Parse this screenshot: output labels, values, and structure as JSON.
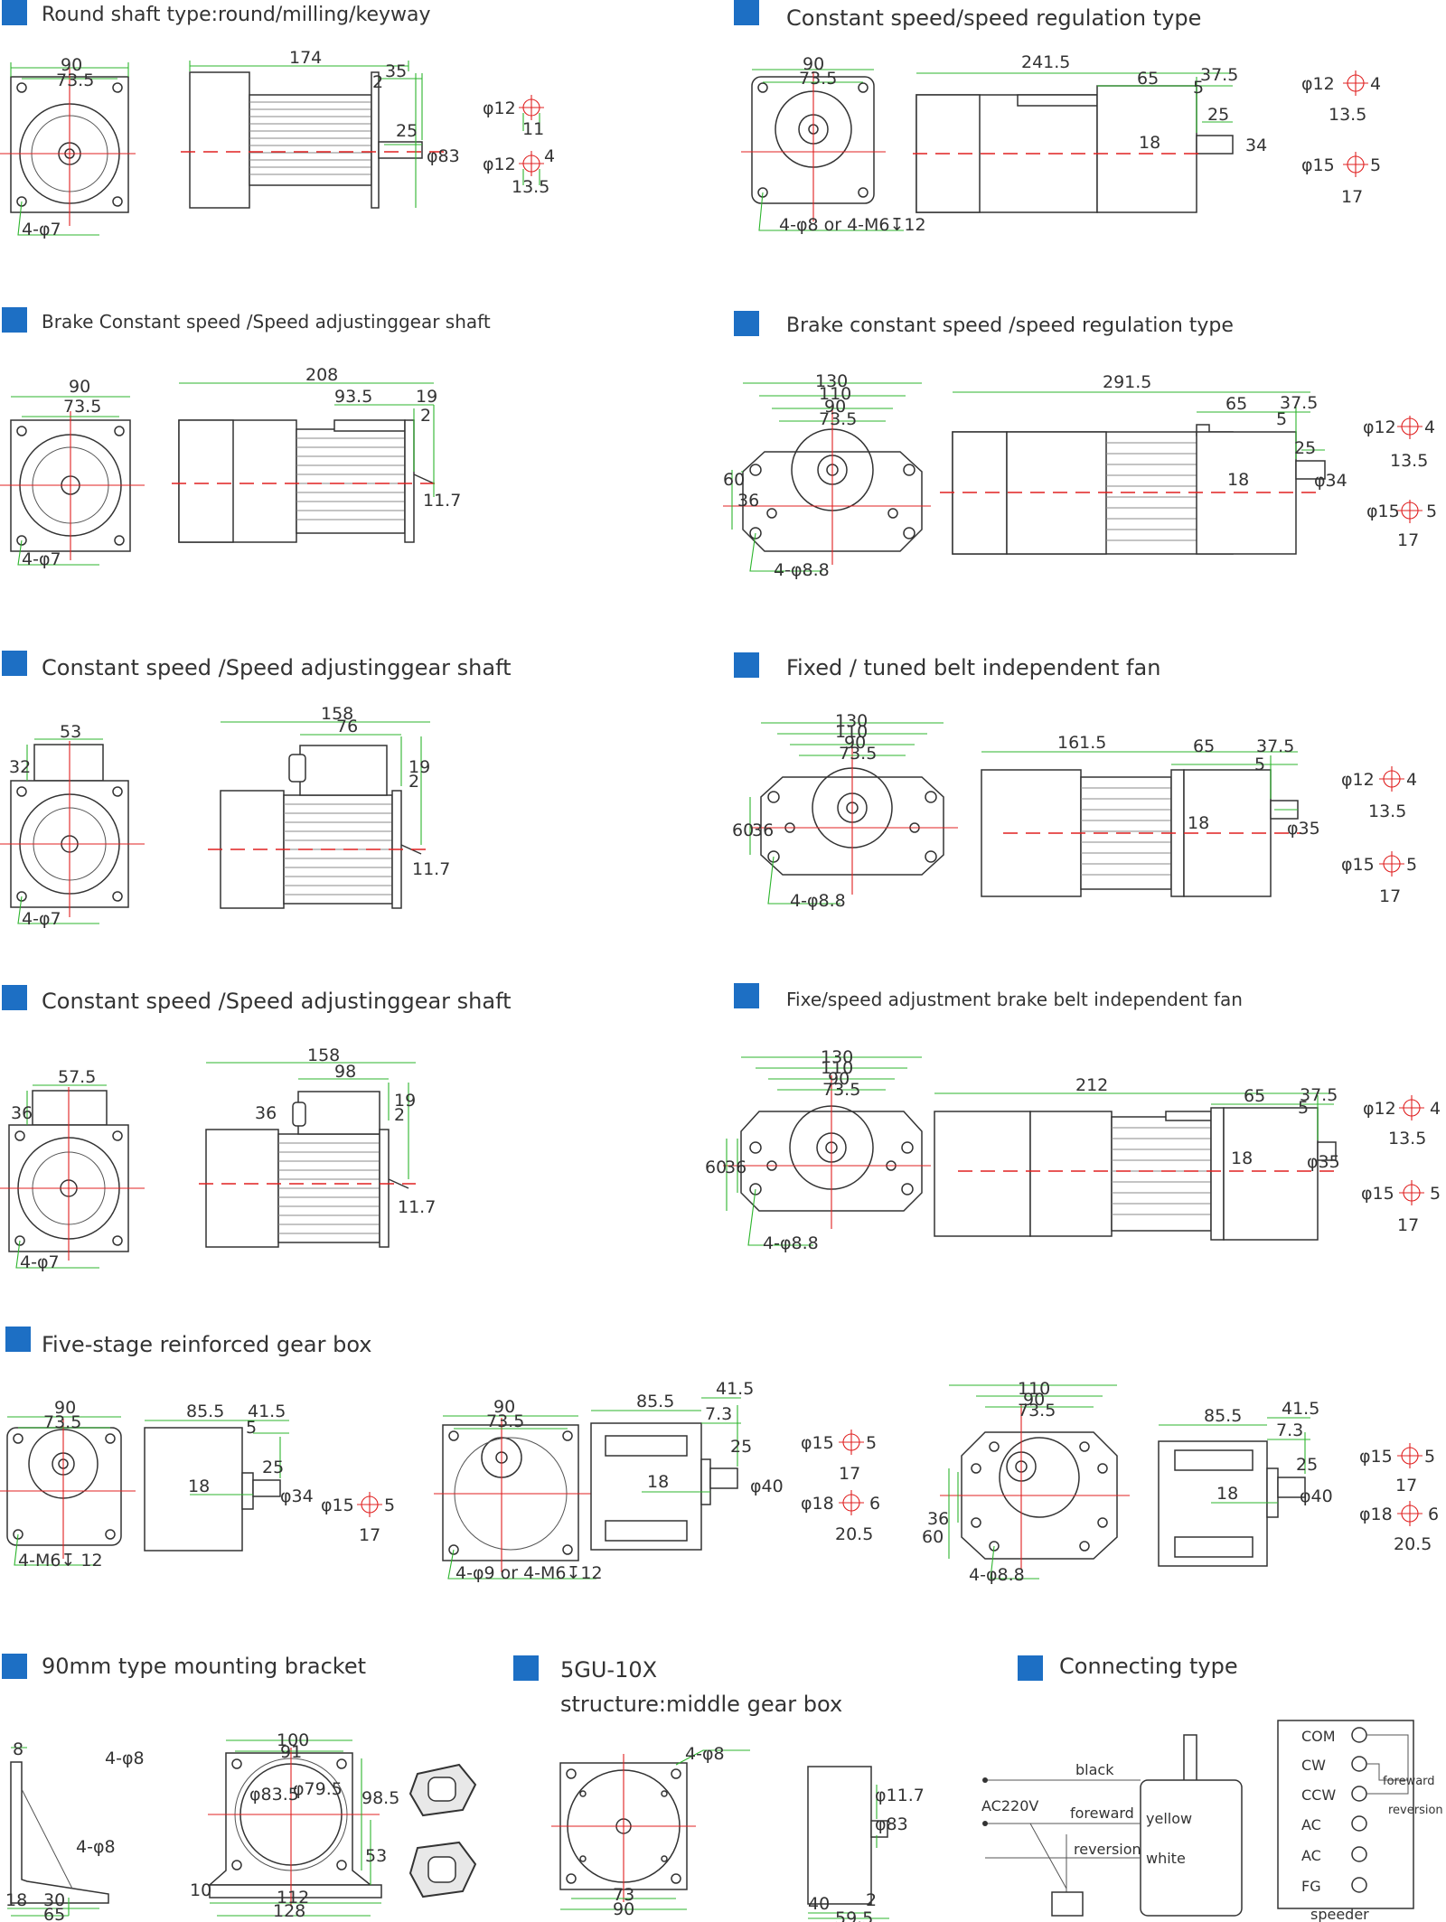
{
  "sections": {
    "s1": "Round shaft type:round/milling/keyway",
    "s2": "Constant speed/speed regulation type",
    "s3": "Brake Constant speed /Speed adjustinggear shaft",
    "s4": "Brake constant speed /speed regulation type",
    "s5": "Constant speed /Speed adjustinggear shaft",
    "s6": "Fixed / tuned belt independent fan",
    "s7": "Constant speed /Speed adjustinggear shaft",
    "s8": "Fixe/speed adjustment brake belt independent fan",
    "s9": "Five-stage reinforced gear box",
    "s10": "90mm type mounting bracket",
    "s11a": "5GU-10X",
    "s11b": "structure:middle gear box",
    "s12": "Connecting type"
  },
  "dims": {
    "d90": "90",
    "d73_5": "73.5",
    "d4phi7": "4-φ7",
    "d174": "174",
    "d35": "35",
    "d2": "2",
    "d25": "25",
    "phi83": "φ83",
    "phi12": "φ12",
    "d11": "11",
    "d4": "4",
    "d13_5": "13.5",
    "d241_5": "241.5",
    "d65": "65",
    "d37_5": "37.5",
    "d5": "5",
    "d18": "18",
    "d34": "34",
    "phi15": "φ15",
    "d17": "17",
    "holes_a": "4-φ8 or 4-M6↧12",
    "d208": "208",
    "d93_5": "93.5",
    "d19": "19",
    "d11_7": "11.7",
    "d291_5": "291.5",
    "d130": "130",
    "d110": "110",
    "d60": "60",
    "d36": "36",
    "phi34": "φ34",
    "d4phi8_8": "4-φ8.8",
    "d53": "53",
    "d32": "32",
    "d158": "158",
    "d76": "76",
    "d161_5": "161.5",
    "phi35": "φ35",
    "d57_5": "57.5",
    "d98": "98",
    "d212": "212",
    "d85_5": "85.5",
    "d41_5": "41.5",
    "d4M6": "4-M6↧ 12",
    "d7_3": "7.3",
    "phi40": "φ40",
    "phi18": "φ18",
    "d6": "6",
    "d20_5": "20.5",
    "holes_b": "4-φ9 or 4-M6↧12",
    "d8": "8",
    "d4phi8": "4-φ8",
    "d30": "30",
    "d100": "100",
    "d91": "91",
    "phi83_5": "φ83.5",
    "phi79_5": "φ79.5",
    "d98_5": "98.5",
    "d10": "10",
    "d112": "112",
    "d128": "128",
    "phi11_7": "φ11.7",
    "d73": "73",
    "d40": "40",
    "d59_5": "59.5"
  },
  "wiring": {
    "black": "black",
    "ac220v": "AC220V",
    "foreward": "foreward",
    "reversion": "reversion",
    "yellow": "yellow",
    "white": "white",
    "com": "COM",
    "cw": "CW",
    "ccw": "CCW",
    "ac1": "AC",
    "ac2": "AC",
    "fg": "FG",
    "speeder": "speeder",
    "foreward2": "foreward",
    "reversion2": "reversion"
  },
  "colors": {
    "accent": "#1d6fc4",
    "dimension": "#2db52d",
    "centerline": "#e02020"
  }
}
